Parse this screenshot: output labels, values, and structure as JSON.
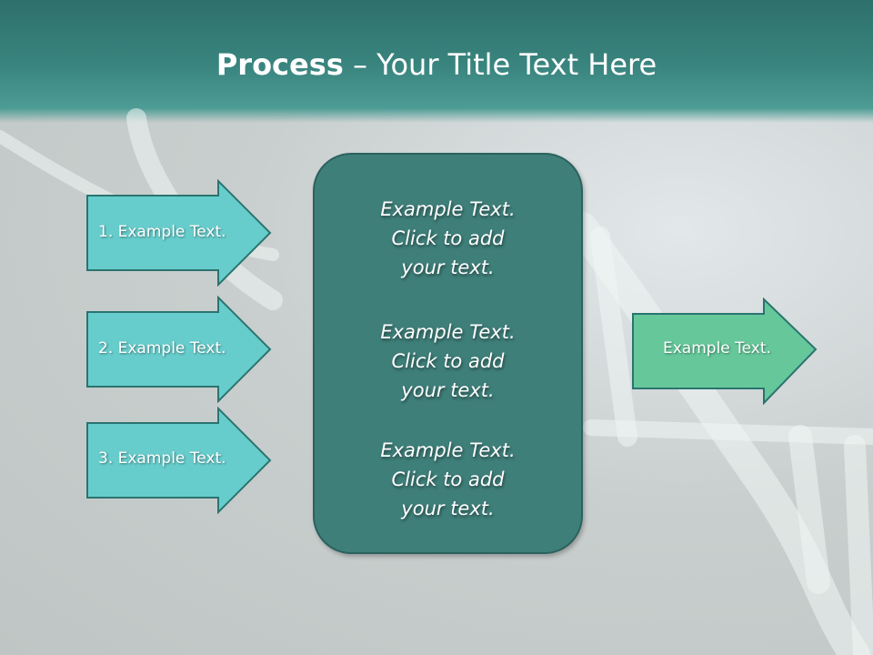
{
  "title": {
    "bold": "Process",
    "rest": " – Your Title Text Here"
  },
  "input_arrows": [
    {
      "label": "1. Example Text."
    },
    {
      "label": "2. Example Text."
    },
    {
      "label": "3. Example Text."
    }
  ],
  "center_box": {
    "blocks": [
      {
        "line1": "Example Text.",
        "line2": "Click  to add",
        "line3": "your text."
      },
      {
        "line1": "Example Text.",
        "line2": "Click  to add",
        "line3": "your text."
      },
      {
        "line1": "Example Text.",
        "line2": "Click  to add",
        "line3": "your text."
      }
    ]
  },
  "output_arrow": {
    "label": "Example Text."
  },
  "colors": {
    "header": "#2e706b",
    "input_arrow": "#67cdcc",
    "center_box": "#3f7f7a",
    "output_arrow": "#66c89a"
  }
}
